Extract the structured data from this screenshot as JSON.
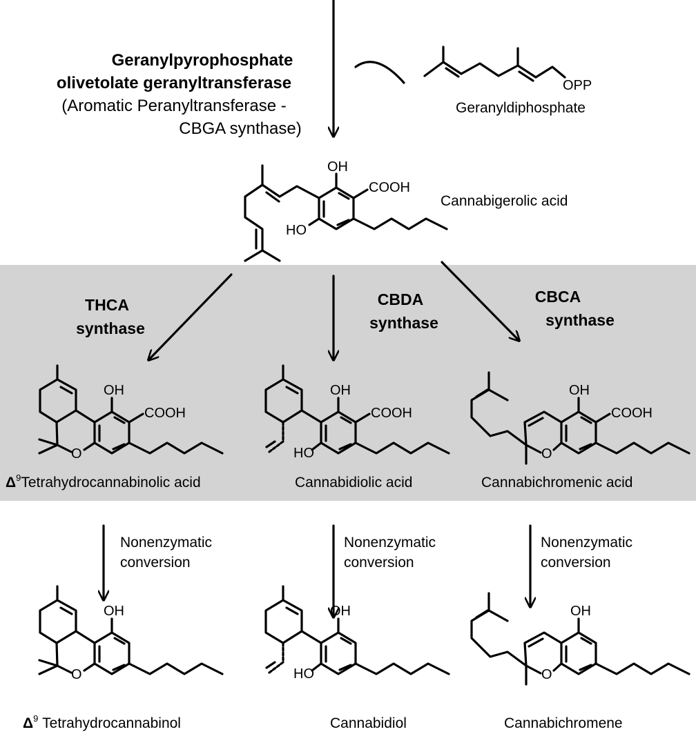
{
  "colors": {
    "band": "#d3d3d3",
    "ink": "#000000"
  },
  "enzyme_top": {
    "line1": "Geranylpyrophosphate",
    "line2": "olivetolate geranyltransferase",
    "line3": "(Aromatic Peranyltransferase -",
    "line4": "CBGA synthase)"
  },
  "substrate": {
    "name": "Geranyldiphosphate",
    "group": "OPP"
  },
  "intermediate": {
    "name": "Cannabigerolic acid",
    "oh": "OH",
    "cooh": "COOH",
    "ho": "HO"
  },
  "enzymes": [
    {
      "line1": "THCA",
      "line2": "synthase"
    },
    {
      "line1": "CBDA",
      "line2": "synthase"
    },
    {
      "line1": "CBCA",
      "line2": "synthase"
    }
  ],
  "acids": [
    {
      "prefix": "Δ",
      "sup": "9",
      "name": "Tetrahydrocannabinolic acid"
    },
    {
      "name": "Cannabidiolic acid"
    },
    {
      "name": "Cannabichromenic acid"
    }
  ],
  "conversion": {
    "line1": "Nonenzymatic",
    "line2": "conversion"
  },
  "products": [
    {
      "prefix": "Δ",
      "sup": "9",
      "name": " Tetrahydrocannabinol"
    },
    {
      "name": "Cannabidiol"
    },
    {
      "name": "Cannabichromene"
    }
  ],
  "atoms": {
    "oh": "OH",
    "cooh": "COOH",
    "ho": "HO",
    "o": "O"
  }
}
